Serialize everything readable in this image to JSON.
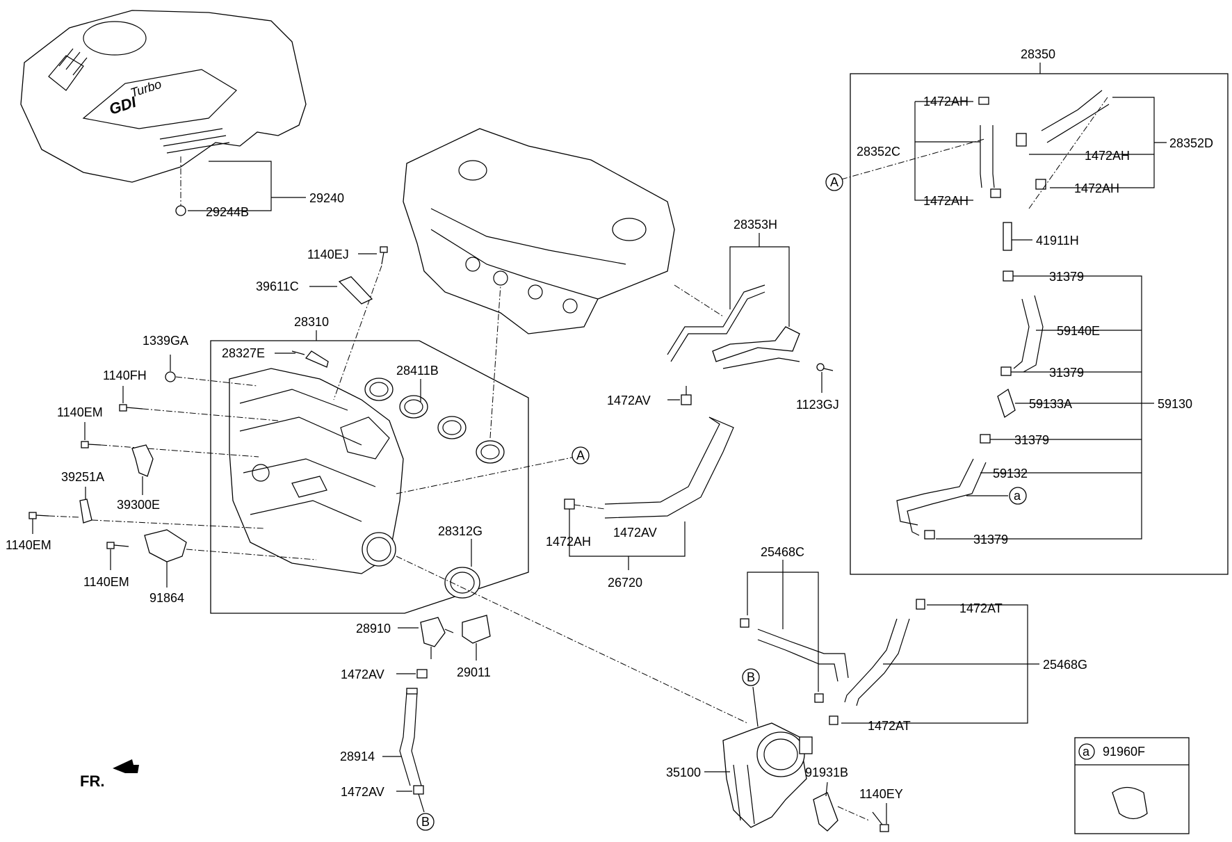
{
  "labels": {
    "p29240": "29240",
    "p29244B": "29244B",
    "p1140EJ": "1140EJ",
    "p39611C": "39611C",
    "p28310": "28310",
    "p1339GA": "1339GA",
    "p28327E": "28327E",
    "p28411B": "28411B",
    "p1140FH": "1140FH",
    "p1140EM_a": "1140EM",
    "p39251A": "39251A",
    "p39300E": "39300E",
    "p1140EM_b": "1140EM",
    "p1140EM_c": "1140EM",
    "p91864": "91864",
    "p28312G": "28312G",
    "p28353H": "28353H",
    "p1123GJ": "1123GJ",
    "p1472AV_a": "1472AV",
    "p1472AH_a": "1472AH",
    "p1472AV_b": "1472AV",
    "p26720": "26720",
    "p28910": "28910",
    "p29011": "29011",
    "p1472AV_c": "1472AV",
    "p28914": "28914",
    "p1472AV_d": "1472AV",
    "p35100": "35100",
    "p25468C": "25468C",
    "p1472AT_a": "1472AT",
    "p25468G": "25468G",
    "p1472AT_b": "1472AT",
    "p91931B": "91931B",
    "p1140EY": "1140EY",
    "p28350": "28350",
    "p1472AH_b": "1472AH",
    "p28352C": "28352C",
    "p1472AH_c": "1472AH",
    "p28352D": "28352D",
    "p1472AH_d": "1472AH",
    "p1472AH_e": "1472AH",
    "p41911H": "41911H",
    "p31379_a": "31379",
    "p59140E": "59140E",
    "p31379_b": "31379",
    "p59133A": "59133A",
    "p59130": "59130",
    "p31379_c": "31379",
    "p59132": "59132",
    "p31379_d": "31379",
    "p91960F": "91960F"
  },
  "markers": {
    "A": "A",
    "B": "B",
    "a": "a"
  },
  "cover_text": {
    "turbo": "Turbo",
    "gdi": "GDI"
  },
  "front_indicator": "FR."
}
